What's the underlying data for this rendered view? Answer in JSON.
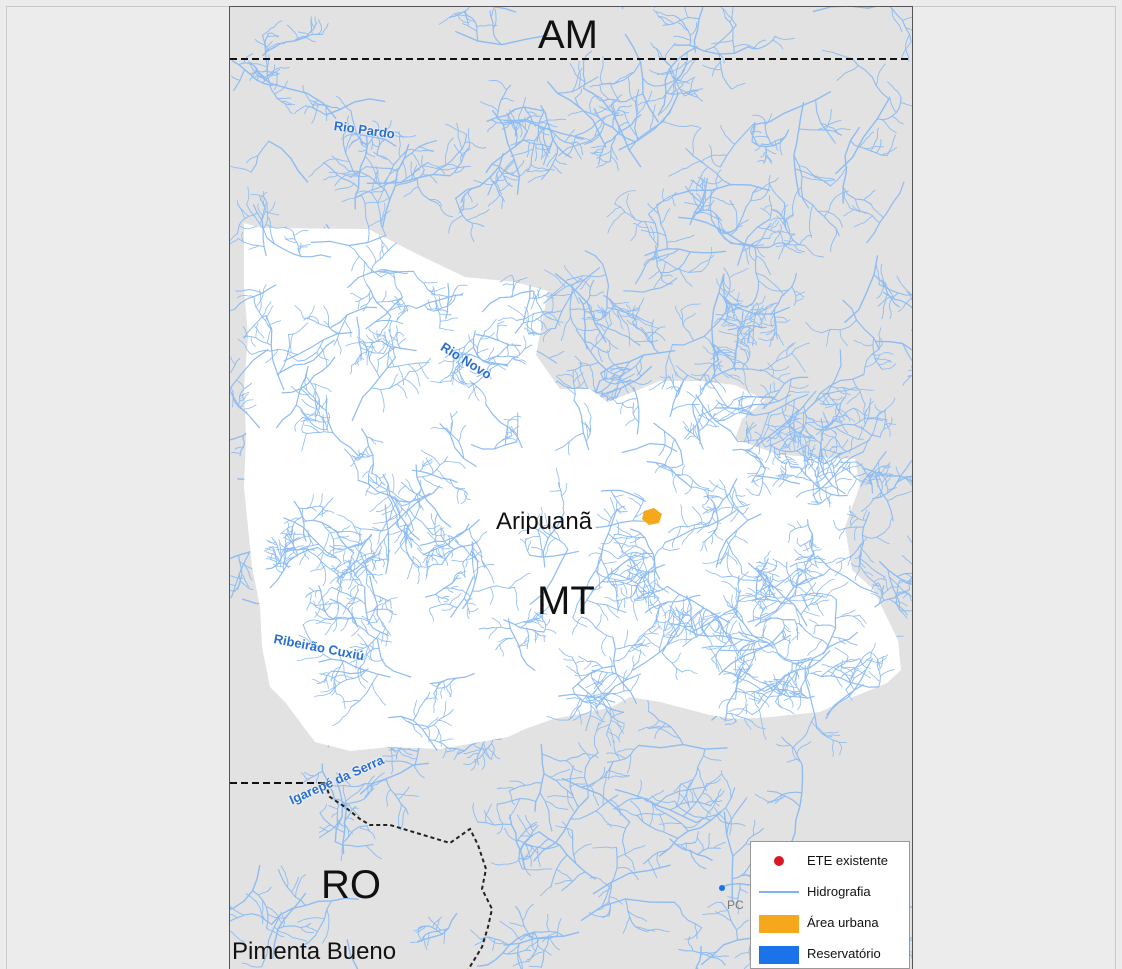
{
  "map": {
    "states": {
      "north": "AM",
      "center": "MT",
      "southwest": "RO"
    },
    "cities": {
      "main": "Aripuanã",
      "southwest": "Pimenta Bueno",
      "partial_label": "PC"
    },
    "rivers": [
      "Rio Pardo",
      "Rio Novo",
      "Ribeirão Cuxiú",
      "Igarepé da Serra"
    ],
    "legend": [
      {
        "label": "ETE existente",
        "symbol": "dot",
        "color": "#d71920"
      },
      {
        "label": "Hidrografia",
        "symbol": "line",
        "color": "#7fb2f0"
      },
      {
        "label": "Área urbana",
        "symbol": "fill",
        "color": "#f6a81c"
      },
      {
        "label": "Reservatório",
        "symbol": "fill",
        "color": "#1a73e8"
      }
    ],
    "colors": {
      "background": "#e2e2e2",
      "municipality": "#ffffff",
      "river": "#8dbcf2",
      "urban": "#f6a81c",
      "border": "#222222"
    }
  }
}
